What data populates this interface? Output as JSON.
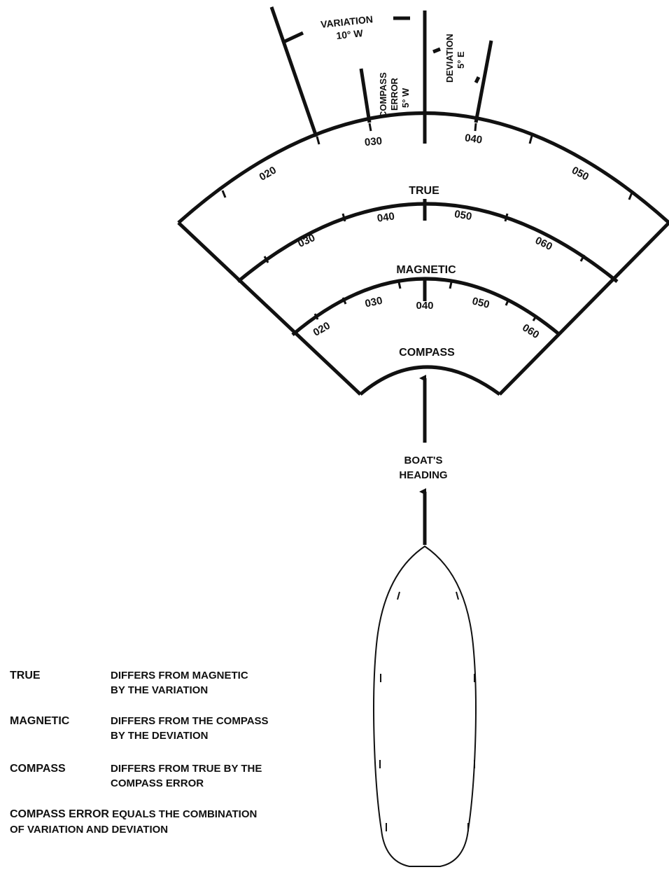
{
  "colors": {
    "ink": "#111111",
    "paper": "#ffffff"
  },
  "dial": {
    "true_card": {
      "label": "TRUE",
      "ticks": [
        20,
        30,
        40,
        50
      ],
      "numbers": [
        "020",
        "030",
        "040",
        "050"
      ]
    },
    "magnetic_card": {
      "label": "MAGNETIC",
      "ticks": [
        30,
        40,
        50,
        60
      ],
      "numbers": [
        "030",
        "040",
        "050",
        "060"
      ]
    },
    "compass_card": {
      "label": "COMPASS",
      "ticks": [
        20,
        30,
        40,
        50,
        60
      ],
      "numbers": [
        "020",
        "030",
        "040",
        "050",
        "060"
      ]
    }
  },
  "annotations": {
    "variation": {
      "line1": "VARIATION",
      "line2": "10° W"
    },
    "compass_error": {
      "line1": "COMPASS",
      "line2": "ERROR",
      "line3": "5° W"
    },
    "deviation": {
      "line1": "DEVIATION",
      "line2": "5° E"
    }
  },
  "heading": {
    "line1": "BOAT'S",
    "line2": "HEADING"
  },
  "legend": [
    {
      "term": "TRUE",
      "line1": "DIFFERS FROM MAGNETIC",
      "line2": "BY THE VARIATION"
    },
    {
      "term": "MAGNETIC",
      "line1": "DIFFERS FROM THE COMPASS",
      "line2": "BY THE DEVIATION"
    },
    {
      "term": "COMPASS",
      "line1": "DIFFERS FROM TRUE BY THE",
      "line2": "COMPASS ERROR"
    }
  ],
  "summary": {
    "bold": "COMPASS ERROR",
    "rest": " EQUALS THE COMBINATION",
    "line2": "OF VARIATION AND DEVIATION"
  }
}
